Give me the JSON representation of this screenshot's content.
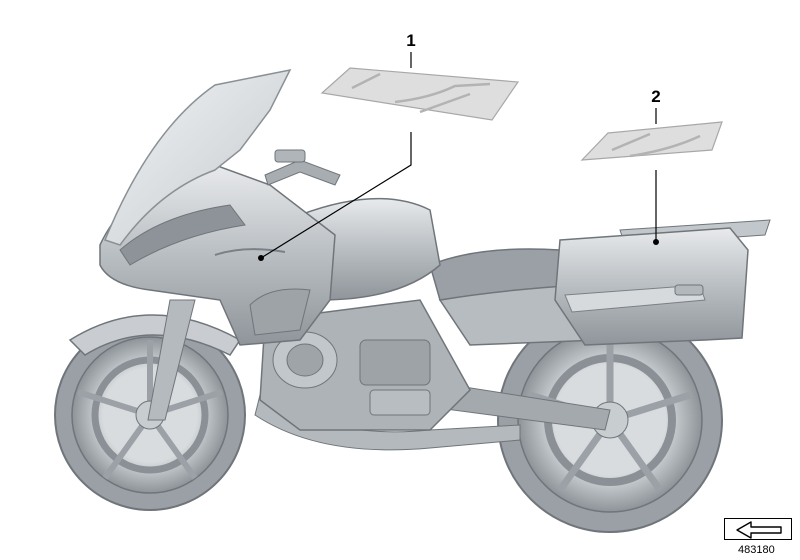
{
  "diagram": {
    "callouts": [
      {
        "number": "1"
      },
      {
        "number": "2"
      }
    ],
    "image_number": "483180",
    "nav_icon": "left-arrow-icon"
  },
  "colors": {
    "body_dark": "#9aa0a5",
    "body_mid": "#c4c9cd",
    "body_light": "#e4e7e9",
    "outline": "#6f757a",
    "decal": "#dcdcdc"
  }
}
